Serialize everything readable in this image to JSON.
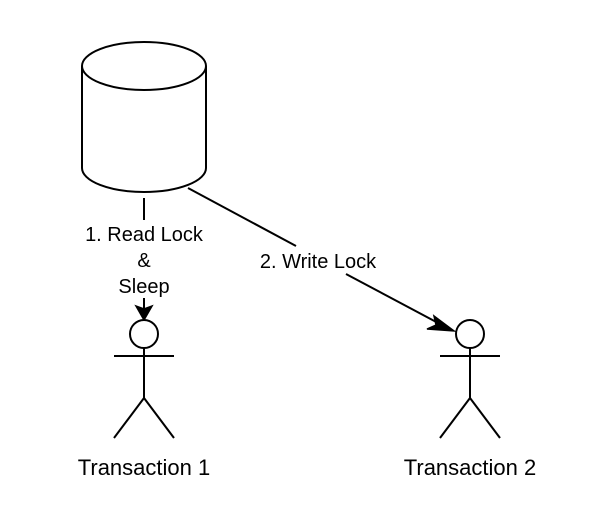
{
  "diagram": {
    "database": {
      "icon": "database-cylinder-icon"
    },
    "edges": [
      {
        "id": "read-lock",
        "label_lines": [
          "1. Read Lock",
          "&",
          "Sleep"
        ]
      },
      {
        "id": "write-lock",
        "label": "2. Write Lock"
      }
    ],
    "actors": [
      {
        "id": "transaction-1",
        "label": "Transaction 1",
        "icon": "stick-figure-icon"
      },
      {
        "id": "transaction-2",
        "label": "Transaction 2",
        "icon": "stick-figure-icon"
      }
    ],
    "colors": {
      "stroke": "#000000",
      "background": "#ffffff"
    }
  }
}
